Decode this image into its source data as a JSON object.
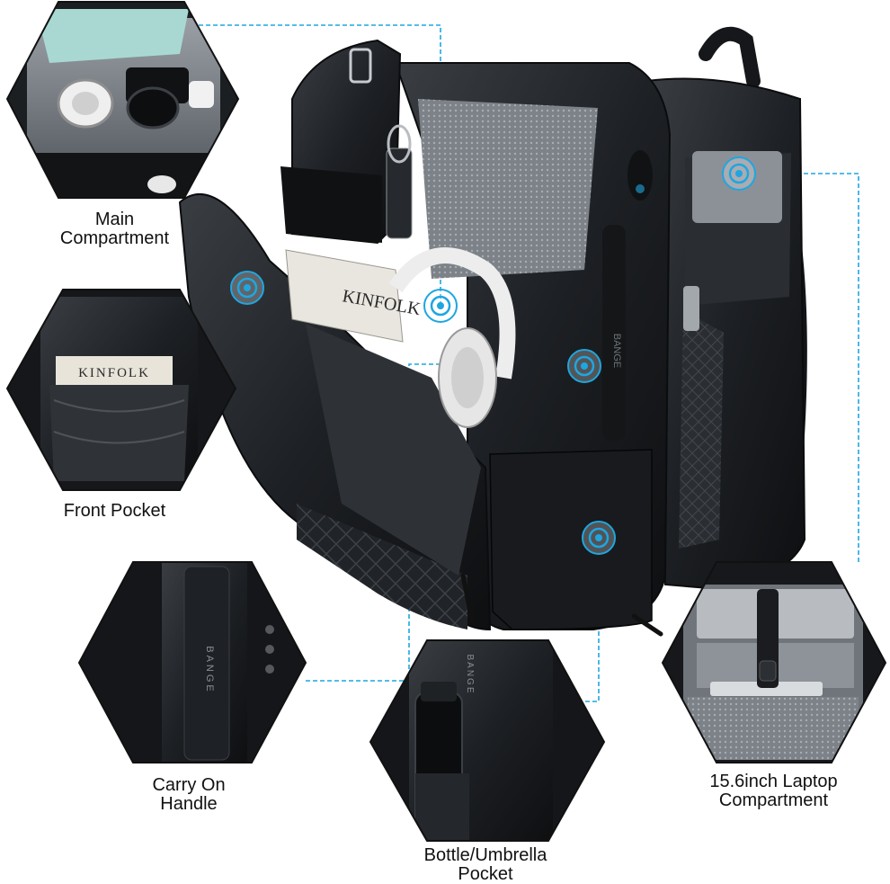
{
  "features": [
    {
      "id": "main",
      "label": "Main\nCompartment",
      "brand_text": ""
    },
    {
      "id": "front",
      "label": "Front Pocket",
      "brand_text": "KINFOLK"
    },
    {
      "id": "handle",
      "label": "Carry On\nHandle",
      "brand_text": "BANGE"
    },
    {
      "id": "bottle",
      "label": "Bottle/Umbrella\nPocket",
      "brand_text": "BANGE"
    },
    {
      "id": "laptop",
      "label": "15.6inch Laptop\nCompartment",
      "brand_text": ""
    }
  ],
  "main_product": {
    "brand_text": "BANGE",
    "magazine_text": "KINFOLK"
  },
  "colors": {
    "accent": "#1fa6e0",
    "bag": "#1a1c1f",
    "bag_mid": "#2c2f33",
    "lining": "#8d9399",
    "background": "#ffffff"
  },
  "icons": [
    "target-marker-icon"
  ]
}
